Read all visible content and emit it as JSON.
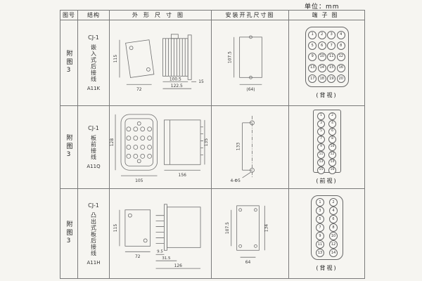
{
  "page": {
    "unit_label": "单位：mm"
  },
  "table": {
    "headers": {
      "fig": "图号",
      "structure": "结构",
      "outline": "外形尺寸图",
      "install": "安装开孔尺寸图",
      "terminal": "端子图"
    },
    "rows": [
      {
        "fig_no": "附图3",
        "model": "CJ-1",
        "mount_type": "嵌入式后接线",
        "code": "A11K",
        "outline": {
          "height": "115",
          "width": "72",
          "depth": "100.5",
          "total": "122.5",
          "flange": "15"
        },
        "install": {
          "height": "107.5",
          "width": "(64)"
        },
        "terminal": {
          "view": "(背视)",
          "n": [
            "1",
            "2",
            "3",
            "4",
            "5",
            "6",
            "7",
            "8",
            "9",
            "10",
            "11",
            "12",
            "13",
            "14",
            "15",
            "16",
            "17",
            "18",
            "19",
            "20"
          ]
        }
      },
      {
        "fig_no": "附图3",
        "model": "CJ-1",
        "mount_type": "板前接线",
        "code": "A11Q",
        "outline": {
          "height": "128",
          "width": "105",
          "depth": "156",
          "case_height": "135"
        },
        "install": {
          "height": "133",
          "holes": "4-Φ5"
        },
        "terminal": {
          "view": "(前视)",
          "n": [
            "1",
            "2",
            "3",
            "4",
            "5",
            "6",
            "7",
            "8",
            "9",
            "10",
            "11",
            "12",
            "13",
            "14",
            "15",
            "16"
          ]
        }
      },
      {
        "fig_no": "附图3",
        "model": "CJ-1",
        "mount_type": "凸出式板后接线",
        "code": "A11H",
        "outline": {
          "height": "115",
          "width": "72",
          "pin": "9.5",
          "rear": "31.5",
          "total": "126"
        },
        "install": {
          "height": "107.5",
          "case_height": "134",
          "width": "64"
        },
        "terminal": {
          "view": "(背视)",
          "n": [
            "1",
            "2",
            "3",
            "4",
            "5",
            "6",
            "7",
            "8",
            "9",
            "10",
            "11",
            "12",
            "13",
            "14"
          ]
        }
      }
    ]
  }
}
